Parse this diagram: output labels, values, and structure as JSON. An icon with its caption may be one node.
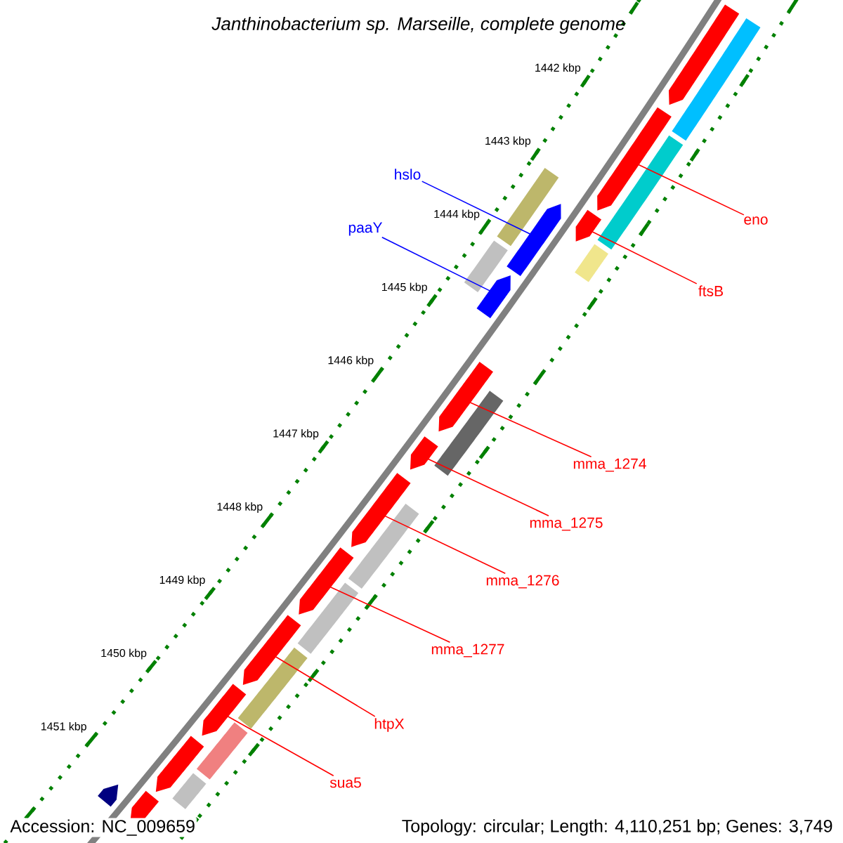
{
  "diagram": {
    "title": "Janthinobacterium sp. Marseille, complete genome",
    "nodes": [
      {
        "text": [
          "hslo"
        ]
      },
      {
        "text": [
          "paaY"
        ]
      },
      {
        "text": [
          "eno"
        ]
      },
      {
        "text": [
          "ftsB"
        ]
      },
      {
        "text": [
          "mma_1274"
        ]
      },
      {
        "text": [
          "mma_1275"
        ]
      },
      {
        "text": [
          "mma_1276"
        ]
      },
      {
        "text": [
          "mma_1277"
        ]
      },
      {
        "text": [
          "htpX"
        ]
      },
      {
        "text": [
          "sua5"
        ]
      },
      {
        "text": [],
        "shape": "arrow"
      },
      {
        "text": [],
        "shape": "arrow"
      },
      {
        "text": [],
        "shape": "arrow"
      },
      {
        "text": [],
        "shape": "arrow"
      },
      {
        "text": [],
        "shape": "arrow"
      },
      {
        "text": [],
        "shape": "arrow"
      },
      {
        "text": [],
        "shape": "arrow"
      },
      {
        "text": [],
        "shape": "arrow"
      },
      {
        "text": [],
        "shape": "arrow"
      },
      {
        "text": [],
        "shape": "arrow"
      },
      {
        "text": [],
        "shape": "arrow"
      },
      {
        "text": [],
        "shape": "bar"
      },
      {
        "text": [],
        "shape": "bar"
      },
      {
        "text": [],
        "shape": "bar"
      },
      {
        "text": [],
        "shape": "bar"
      },
      {
        "text": [],
        "shape": "bar"
      },
      {
        "text": [],
        "shape": "bar"
      },
      {
        "text": [],
        "shape": "bar"
      },
      {
        "text": [],
        "shape": "bar"
      },
      {
        "text": [],
        "shape": "bar"
      },
      {
        "text": [],
        "shape": "arrow"
      },
      {
        "text": [],
        "shape": "arrow"
      },
      {
        "text": [],
        "shape": "arrow"
      },
      {
        "text": [],
        "shape": "bar"
      },
      {
        "text": [],
        "shape": "bar"
      }
    ],
    "edges": [
      {
        "from": 0,
        "to": 10,
        "arrow": "none",
        "color": "#0000ff"
      },
      {
        "from": 1,
        "to": 11,
        "arrow": "none",
        "color": "#0000ff"
      },
      {
        "from": 2,
        "to": 12,
        "arrow": "none"
      },
      {
        "from": 3,
        "to": 13,
        "arrow": "none"
      },
      {
        "from": 4,
        "to": 14,
        "arrow": "none"
      },
      {
        "from": 5,
        "to": 15,
        "arrow": "none"
      },
      {
        "from": 6,
        "to": 16,
        "arrow": "none"
      },
      {
        "from": 7,
        "to": 17,
        "arrow": "none"
      },
      {
        "from": 8,
        "to": 18,
        "arrow": "none"
      },
      {
        "from": 9,
        "to": 19,
        "arrow": "none"
      }
    ],
    "labels": [
      "1442 kbp",
      "1443 kbp",
      "1444 kbp",
      "1445 kbp",
      "1446 kbp",
      "1447 kbp",
      "1448 kbp",
      "1449 kbp",
      "1450 kbp",
      "1451 kbp",
      "Accession: NC_009659",
      "Topology: circular; Length: 4,110,251 bp; Genes: 3,749"
    ]
  }
}
